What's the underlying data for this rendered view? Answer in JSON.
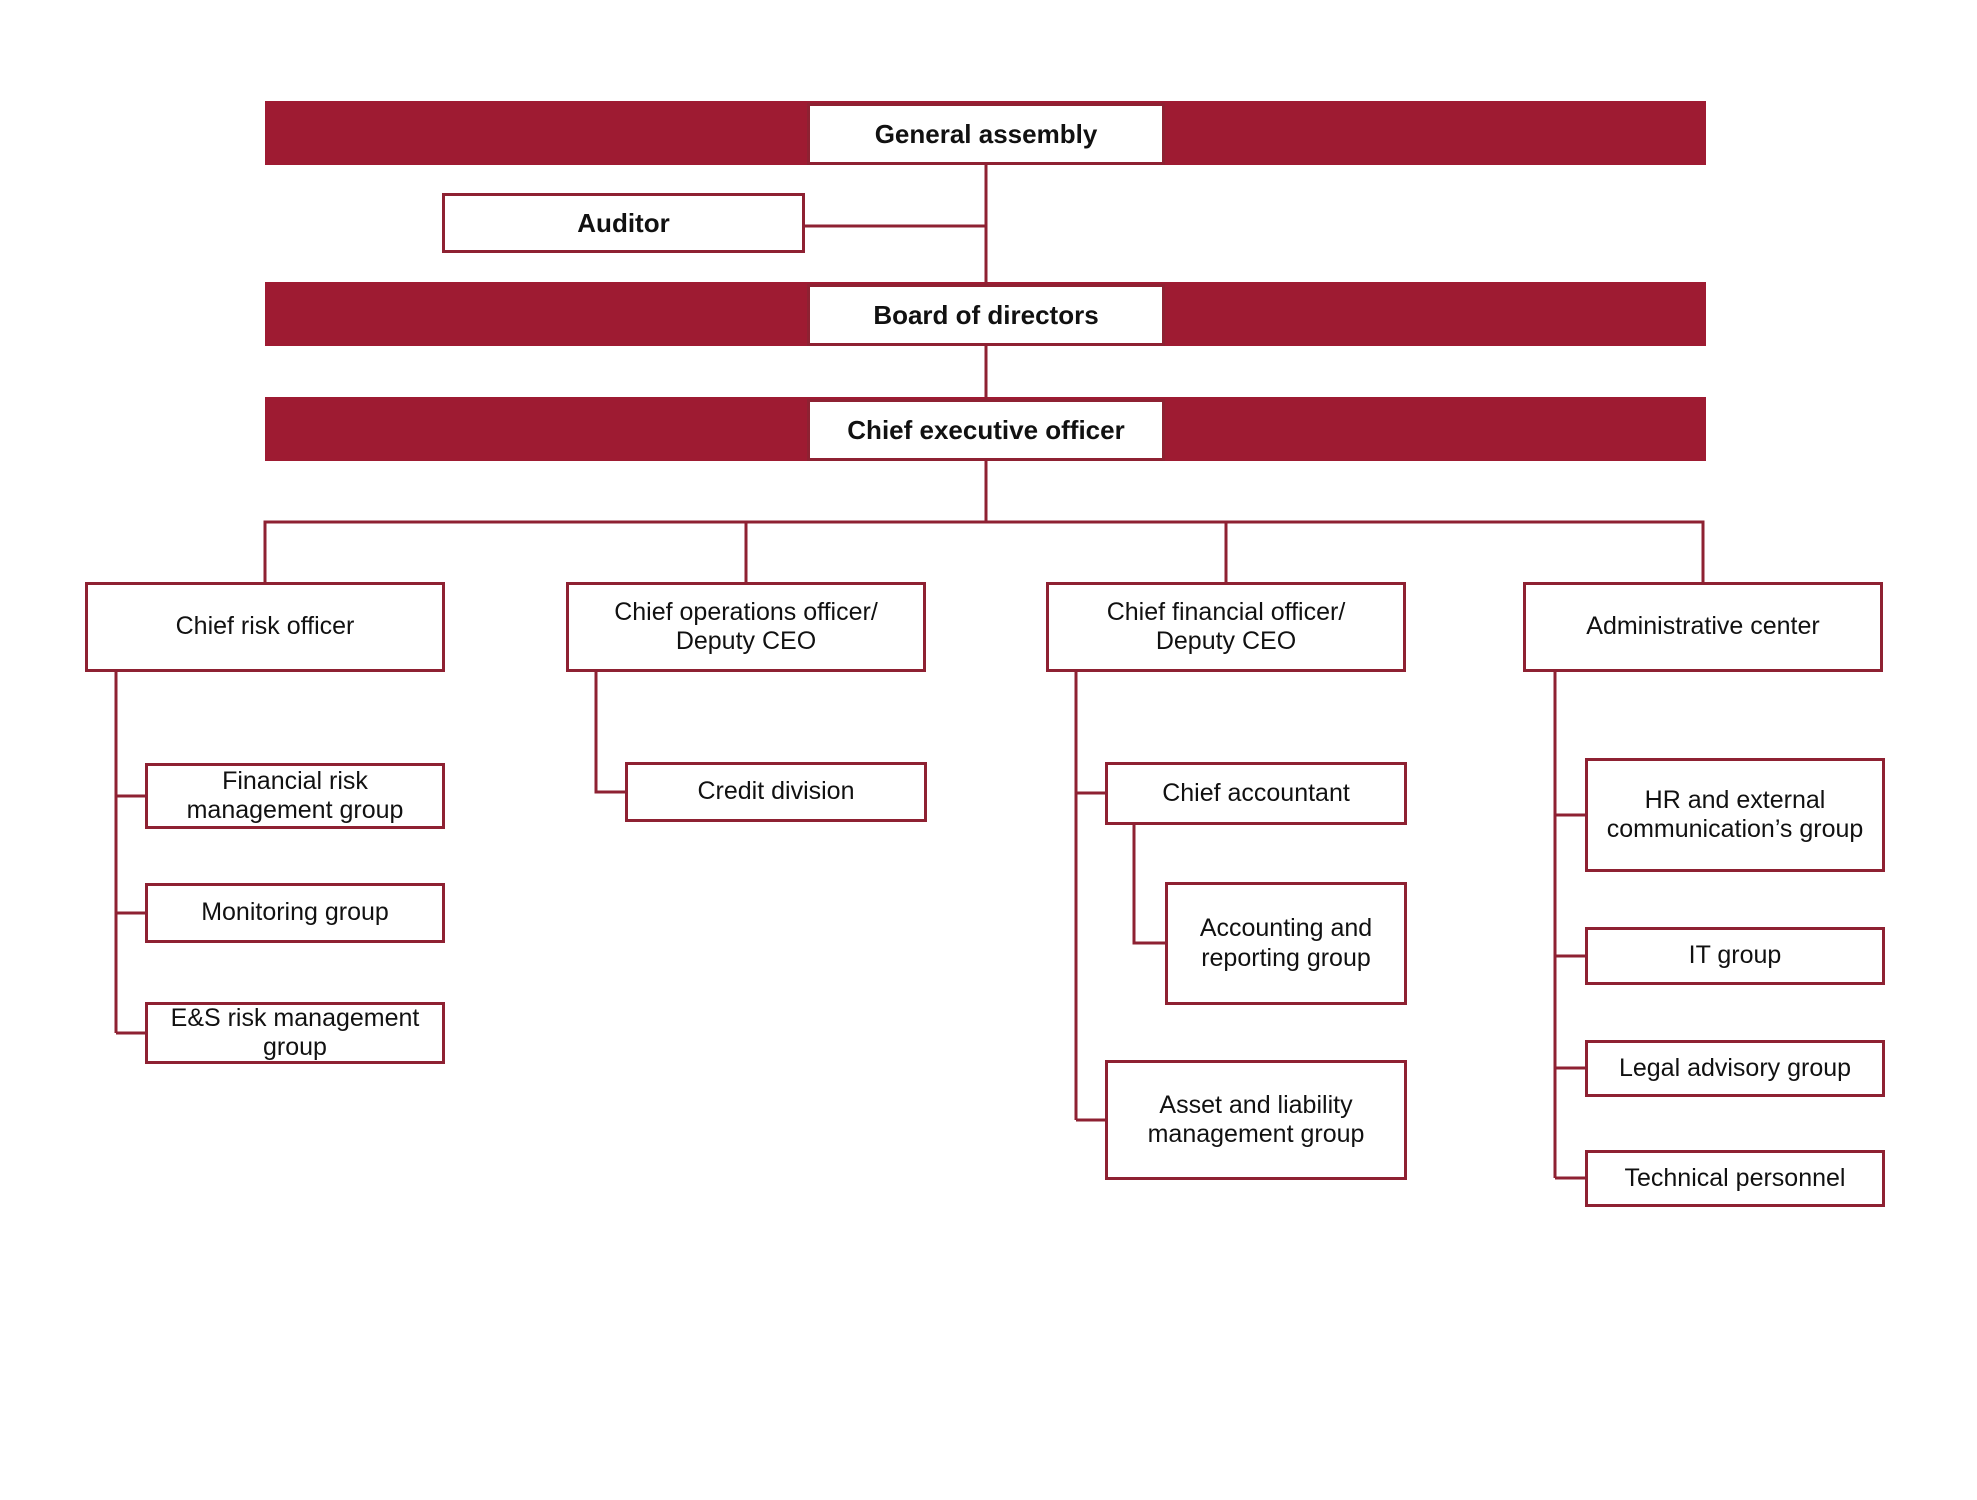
{
  "colors": {
    "banner_fill": "#9E1B32",
    "box_border": "#8E2132",
    "connector": "#8E2132",
    "text": "#111111",
    "background": "#FFFFFF"
  },
  "org_chart": {
    "root": {
      "label": "General assembly"
    },
    "auditor": {
      "label": "Auditor"
    },
    "board": {
      "label": "Board of directors"
    },
    "ceo": {
      "label": "Chief executive officer"
    },
    "branches": [
      {
        "label": "Chief risk officer",
        "children": [
          {
            "label": "Financial risk\nmanagement group"
          },
          {
            "label": "Monitoring group"
          },
          {
            "label": "E&S risk management\ngroup"
          }
        ]
      },
      {
        "label": "Chief operations officer/\nDeputy CEO",
        "children": [
          {
            "label": "Credit division"
          }
        ]
      },
      {
        "label": "Chief financial officer/\nDeputy CEO",
        "children": [
          {
            "label": "Chief accountant",
            "children": [
              {
                "label": "Accounting and\nreporting group"
              }
            ]
          },
          {
            "label": "Asset and liability\nmanagement group"
          }
        ]
      },
      {
        "label": "Administrative center",
        "children": [
          {
            "label": "HR and external\ncommunication’s group"
          },
          {
            "label": "IT group"
          },
          {
            "label": "Legal advisory group"
          },
          {
            "label": "Technical personnel"
          }
        ]
      }
    ]
  }
}
